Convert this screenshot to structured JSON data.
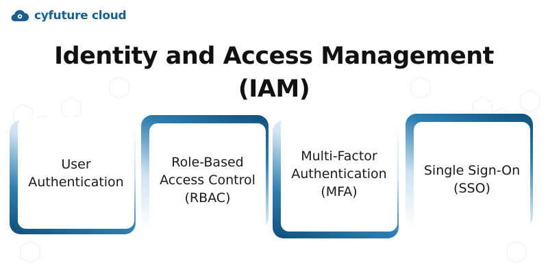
{
  "brand": {
    "name": "cyfuture cloud",
    "logo_icon": "cloud-icon"
  },
  "title": {
    "line1": "Identity and Access Management",
    "line2": "(IAM)"
  },
  "cards": [
    {
      "line1": "User",
      "line2": "Authentication",
      "line3": ""
    },
    {
      "line1": "Role-Based",
      "line2": "Access Control",
      "line3": "(RBAC)"
    },
    {
      "line1": "Multi-Factor",
      "line2": "Authentication",
      "line3": "(MFA)"
    },
    {
      "line1": "Single Sign-On",
      "line2": "(SSO)",
      "line3": ""
    }
  ],
  "colors": {
    "accent_dark": "#0e4f7a",
    "accent_light": "#5aa6cf",
    "brand": "#1b5f8e",
    "text": "#111111"
  }
}
